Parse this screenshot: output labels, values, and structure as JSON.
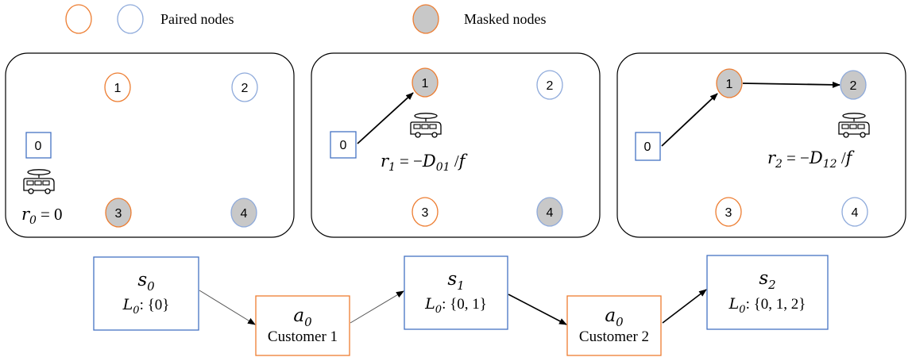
{
  "legend": {
    "paired_label": "Paired nodes",
    "masked_label": "Masked nodes"
  },
  "colors": {
    "orange": "#ed7d31",
    "blue": "#8eaadb",
    "depot_blue": "#4472c4",
    "masked_fill": "#c8c8c8",
    "box_blue": "#4472c4",
    "box_orange": "#ed7d31"
  },
  "panels": [
    {
      "depot_label": "0",
      "nodes": [
        {
          "label": "1",
          "masked": false
        },
        {
          "label": "2",
          "masked": false
        },
        {
          "label": "3",
          "masked": true
        },
        {
          "label": "4",
          "masked": true
        }
      ],
      "reward": {
        "var": "r",
        "sub": "0",
        "expr": "= 0"
      }
    },
    {
      "depot_label": "0",
      "nodes": [
        {
          "label": "1",
          "masked": true
        },
        {
          "label": "2",
          "masked": false
        },
        {
          "label": "3",
          "masked": false
        },
        {
          "label": "4",
          "masked": true
        }
      ],
      "reward": {
        "var": "r",
        "sub": "1",
        "expr": "= −",
        "dvar": "D",
        "dsub": "01",
        "tail": " /",
        "fvar": "f"
      }
    },
    {
      "depot_label": "0",
      "nodes": [
        {
          "label": "1",
          "masked": true
        },
        {
          "label": "2",
          "masked": true
        },
        {
          "label": "3",
          "masked": false
        },
        {
          "label": "4",
          "masked": false
        }
      ],
      "reward": {
        "var": "r",
        "sub": "2",
        "expr": "= −",
        "dvar": "D",
        "dsub": "12",
        "tail": " /",
        "fvar": "f"
      }
    }
  ],
  "states": [
    {
      "var": "s",
      "sub": "0",
      "list_var": "L",
      "list_sub": "0",
      "list_value": ": {0}"
    },
    {
      "var": "s",
      "sub": "1",
      "list_var": "L",
      "list_sub": "0",
      "list_value": ": {0, 1}"
    },
    {
      "var": "s",
      "sub": "2",
      "list_var": "L",
      "list_sub": "0",
      "list_value": ": {0, 1, 2}"
    }
  ],
  "actions": [
    {
      "var": "a",
      "sub": "0",
      "text": "Customer 1"
    },
    {
      "var": "a",
      "sub": "0",
      "text": "Customer 2"
    }
  ]
}
